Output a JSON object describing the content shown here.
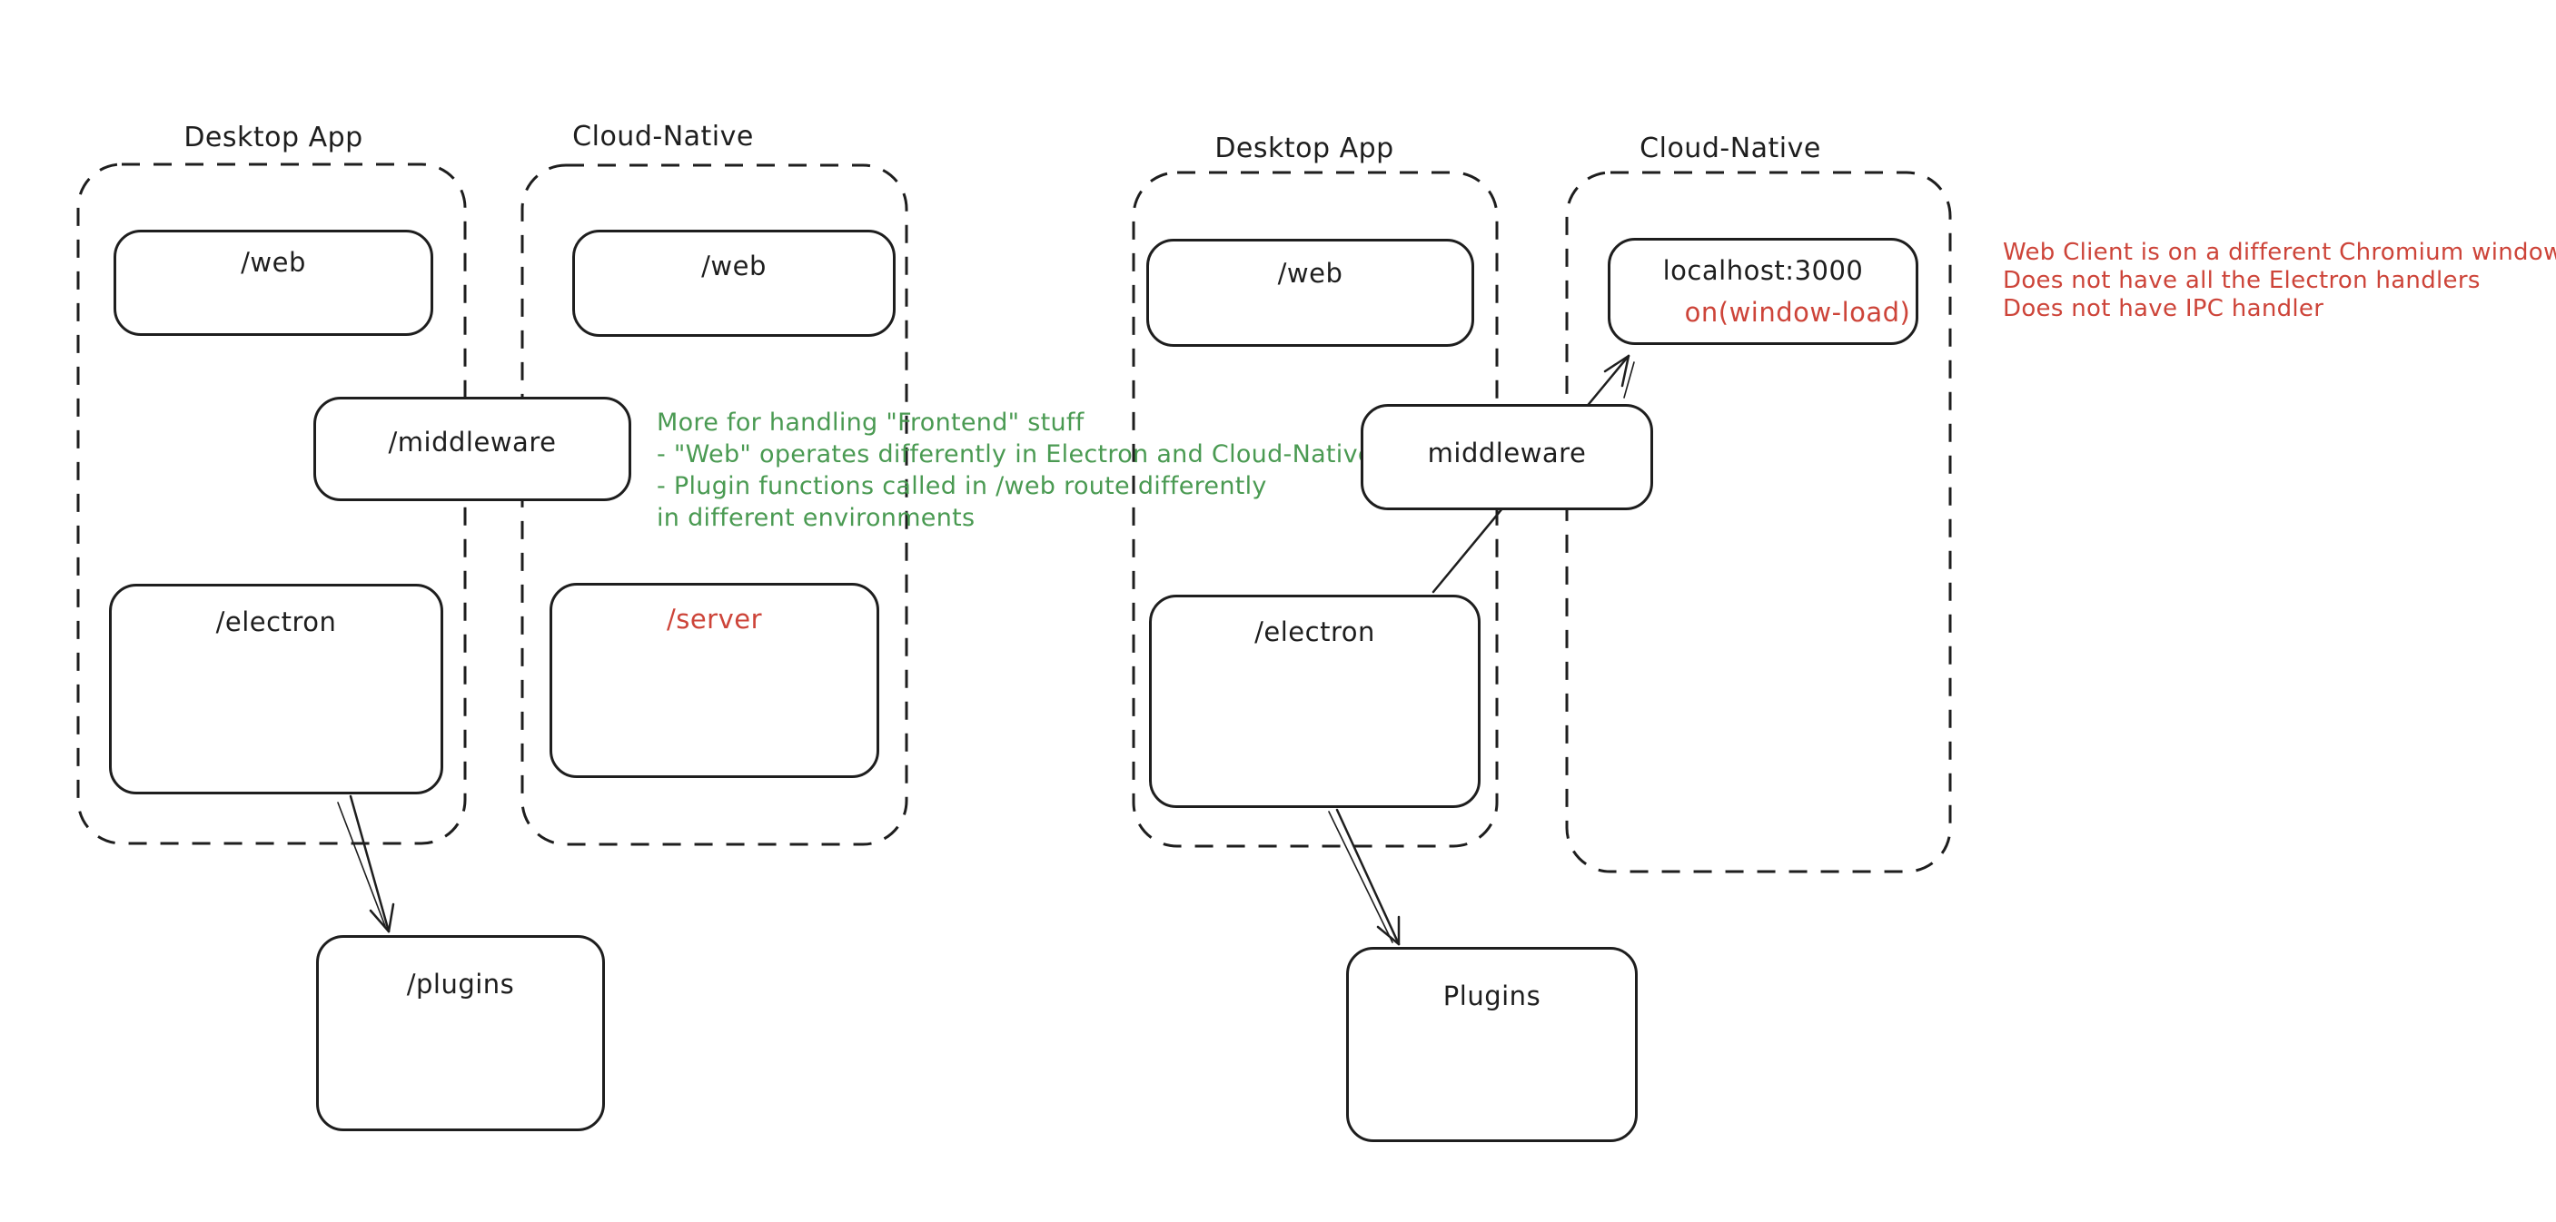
{
  "colors": {
    "ink": "#1e1e1e",
    "green": "#4a9a52",
    "red": "#cd4439",
    "background": "#ffffff"
  },
  "left_diagram": {
    "desktop_container_label": "Desktop App",
    "cloud_container_label": "Cloud-Native",
    "web_desktop_box": "/web",
    "web_cloud_box": "/web",
    "middleware_box": "/middleware",
    "electron_box": "/electron",
    "server_box": "/server",
    "plugins_box": "/plugins",
    "note_lines": [
      "More for handling \"Frontend\" stuff",
      "- \"Web\" operates differently in Electron and Cloud-Native",
      "- Plugin functions called in /web route differently",
      "in different environments"
    ]
  },
  "right_diagram": {
    "desktop_container_label": "Desktop App",
    "cloud_container_label": "Cloud-Native",
    "web_box": "/web",
    "localhost_box": "localhost:3000",
    "localhost_event": "on(window-load)",
    "middleware_box": "middleware",
    "electron_box": "/electron",
    "plugins_box": "Plugins",
    "note_lines": [
      "Web Client is on a different Chromium window",
      "Does not have all the Electron handlers",
      "Does not have IPC handler"
    ]
  }
}
